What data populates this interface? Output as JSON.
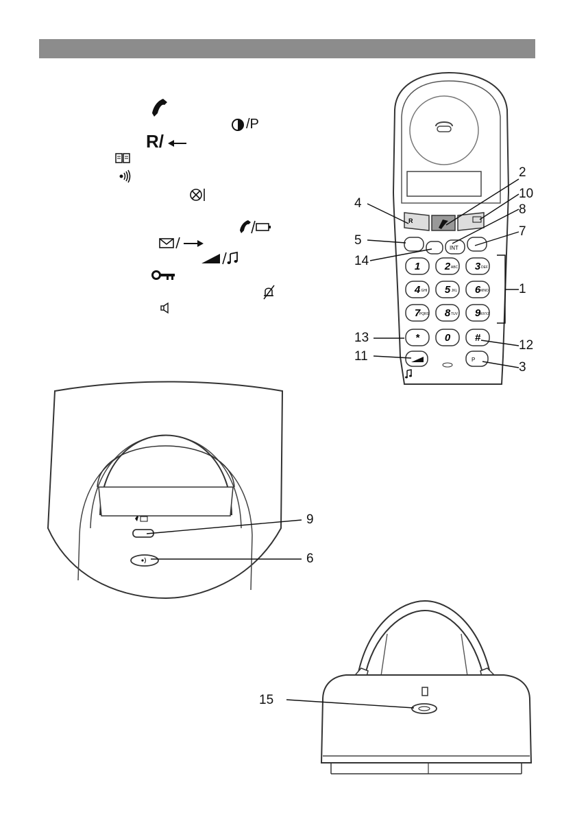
{
  "header_band": {
    "color": "#8c8c8c"
  },
  "icons_left": {
    "talk": "phone-handset-icon",
    "power_p": "power-pause-icon",
    "recall": "recall-left-arrow-icon",
    "phonebook": "phonebook-icon",
    "paging": "paging-icon",
    "mute": "mute-icon",
    "talk_battery": "talk-battery-icon",
    "message_right": "message-right-arrow-icon",
    "volume_ring": "volume-ringer-icon",
    "keylock": "key-lock-icon",
    "ringer_off": "ringer-off-icon",
    "speaker": "speaker-icon"
  },
  "icon_text": {
    "recall_r": "R/",
    "power_p": "/P",
    "slash": "/"
  },
  "callouts": {
    "c1": "1",
    "c2": "2",
    "c3": "3",
    "c4": "4",
    "c5": "5",
    "c6": "6",
    "c7": "7",
    "c8": "8",
    "c9": "9",
    "c10": "10",
    "c11": "11",
    "c12": "12",
    "c13": "13",
    "c14": "14",
    "c15": "15"
  },
  "handset": {
    "keys": [
      {
        "main": "1",
        "sub": ""
      },
      {
        "main": "2",
        "sub": "ABC"
      },
      {
        "main": "3",
        "sub": "DEF"
      },
      {
        "main": "4",
        "sub": "GHI"
      },
      {
        "main": "5",
        "sub": "JKL"
      },
      {
        "main": "6",
        "sub": "MNO"
      },
      {
        "main": "7",
        "sub": "PQRS"
      },
      {
        "main": "8",
        "sub": "TUV"
      },
      {
        "main": "9",
        "sub": "WXYZ"
      },
      {
        "main": "*",
        "sub": ""
      },
      {
        "main": "0",
        "sub": ""
      },
      {
        "main": "#",
        "sub": ""
      }
    ],
    "int_label": "INT",
    "r_label": "R",
    "p_label": "P"
  }
}
